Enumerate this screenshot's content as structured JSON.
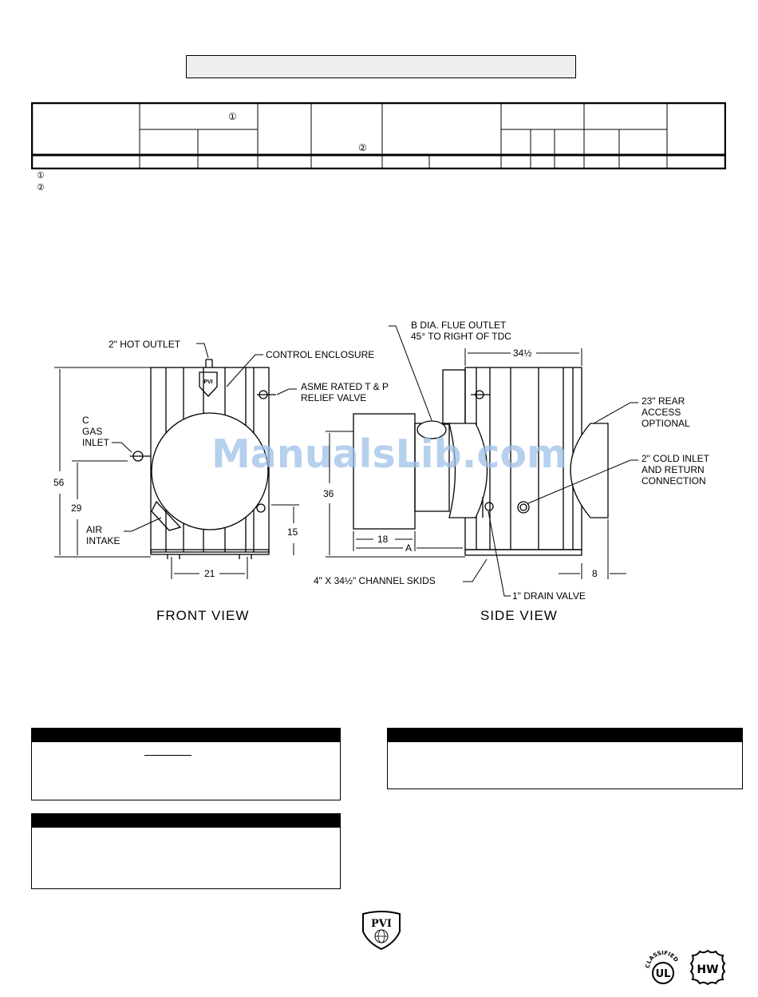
{
  "footnotes": {
    "marker1": "①",
    "marker2": "②"
  },
  "table": {
    "marker1": "①",
    "marker2": "②"
  },
  "drawing": {
    "labels": {
      "hot_outlet": "2\" HOT OUTLET",
      "control_enclosure": "CONTROL ENCLOSURE",
      "relief_valve_1": "ASME RATED T & P",
      "relief_valve_2": "RELIEF VALVE",
      "gas_inlet_1": "C",
      "gas_inlet_2": "GAS",
      "gas_inlet_3": "INLET",
      "air_intake_1": "AIR",
      "air_intake_2": "INTAKE",
      "dim_56": "56",
      "dim_29": "29",
      "dim_15": "15",
      "dim_21": "21",
      "flue_outlet_1": "B DIA. FLUE OUTLET",
      "flue_outlet_2": "45° TO RIGHT OF TDC",
      "dim_34_5": "34½",
      "rear_access_1": "23\" REAR",
      "rear_access_2": "ACCESS",
      "rear_access_3": "OPTIONAL",
      "cold_inlet_1": "2\" COLD INLET",
      "cold_inlet_2": "AND RETURN",
      "cold_inlet_3": "CONNECTION",
      "dim_36": "36",
      "dim_18": "18",
      "dim_A": "A",
      "dim_8": "8",
      "channel_skids": "4\" X 34½\" CHANNEL SKIDS",
      "drain_valve": "1\" DRAIN VALVE",
      "front_view": "FRONT VIEW",
      "side_view": "SIDE VIEW"
    }
  },
  "watermark": "ManualsLib.com",
  "logos": {
    "brand": "PVI",
    "ul_1": "CLASSIFIED",
    "ul_2": "UL",
    "hw": "HW"
  }
}
